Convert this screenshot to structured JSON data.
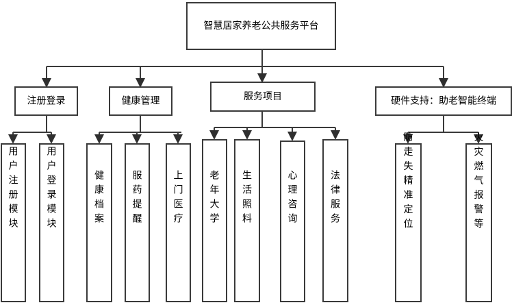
{
  "diagram": {
    "title": "智慧居家养老公共服务平台",
    "type": "organizational-tree",
    "orientation": "top-down",
    "colors": {
      "background": "#ffffff",
      "box_stroke": "#3a3a3a",
      "box_fill": "#ffffff",
      "connector": "#3a3a3a",
      "text": "#000000"
    },
    "root": {
      "label": "智慧居家养老公共服务平台",
      "text_direction": "horizontal"
    },
    "branches": [
      {
        "id": "register-login",
        "label": "注册登录",
        "text_direction": "horizontal",
        "children": [
          {
            "id": "user-register-module",
            "label": "用户注册模块",
            "text_direction": "vertical"
          },
          {
            "id": "user-login-module",
            "label": "用户登录模块",
            "text_direction": "vertical"
          }
        ]
      },
      {
        "id": "health-management",
        "label": "健康管理",
        "text_direction": "horizontal",
        "children": [
          {
            "id": "health-record",
            "label": "健康档案",
            "text_direction": "vertical"
          },
          {
            "id": "medication-reminder",
            "label": "服药提醒",
            "text_direction": "vertical"
          },
          {
            "id": "home-visit-medical",
            "label": "上门医疗",
            "text_direction": "vertical"
          }
        ]
      },
      {
        "id": "service-items",
        "label": "服务项目",
        "text_direction": "horizontal",
        "children": [
          {
            "id": "senior-university",
            "label": "老年大学",
            "text_direction": "vertical"
          },
          {
            "id": "daily-care",
            "label": "生活照料",
            "text_direction": "vertical"
          },
          {
            "id": "psychological-counseling",
            "label": "心理咨询",
            "text_direction": "vertical"
          },
          {
            "id": "legal-service",
            "label": "法律服务",
            "text_direction": "vertical"
          }
        ]
      },
      {
        "id": "hardware-support",
        "label": "硬件支持：助老智能终端",
        "text_direction": "horizontal",
        "children": [
          {
            "id": "anti-wander-positioning",
            "label": "防走失精准定位",
            "text_direction": "vertical"
          },
          {
            "id": "fire-gas-alarm",
            "label": "火灾燃气报警等",
            "text_direction": "vertical"
          }
        ]
      }
    ]
  }
}
